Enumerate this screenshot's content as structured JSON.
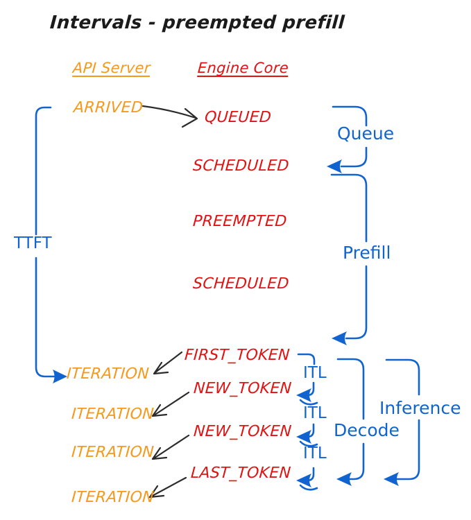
{
  "title": "Intervals - preempted prefill",
  "columns": {
    "api_server": "API Server",
    "engine_core": "Engine Core"
  },
  "api_server_events": {
    "arrived": "ARRIVED",
    "iteration_1": "ITERATION",
    "iteration_2": "ITERATION",
    "iteration_3": "ITERATION",
    "iteration_4": "ITERATION"
  },
  "engine_core_events": {
    "queued": "QUEUED",
    "scheduled_1": "SCHEDULED",
    "preempted": "PREEMPTED",
    "scheduled_2": "SCHEDULED",
    "first_token": "FIRST_TOKEN",
    "new_token_1": "NEW_TOKEN",
    "new_token_2": "NEW_TOKEN",
    "last_token": "LAST_TOKEN"
  },
  "intervals": {
    "ttft": "TTFT",
    "queue": "Queue",
    "prefill": "Prefill",
    "itl_1": "ITL",
    "itl_2": "ITL",
    "itl_3": "ITL",
    "decode": "Decode",
    "inference": "Inference"
  },
  "colors": {
    "api_server_text": "#F5991B",
    "engine_core_text": "#E01212",
    "interval_text": "#1164D0",
    "connector_arrow": "#2B2B2B",
    "background": "#FFFFFF"
  }
}
